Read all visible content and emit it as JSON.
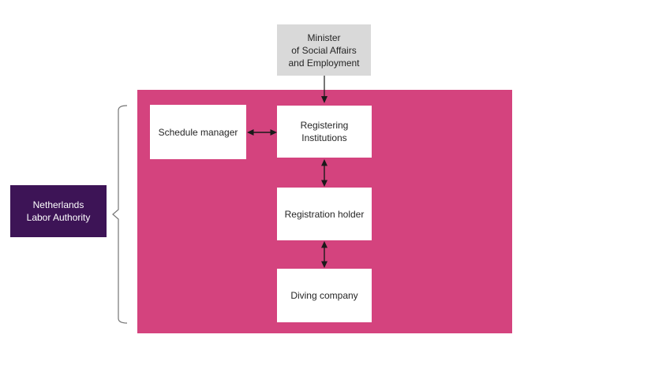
{
  "diagram": {
    "kind": "org-structure-flowchart",
    "nodes": {
      "minister": {
        "label": "Minister of Social Affairs and Employment",
        "lines": [
          "Minister",
          "of Social Affairs",
          "and Employment"
        ],
        "fill": "#d9d9d9",
        "text_color": "#262626"
      },
      "schedule_manager": {
        "label": "Schedule manager",
        "fill": "#ffffff",
        "text_color": "#262626"
      },
      "registering_institutions": {
        "label": "Registering Institutions",
        "lines": [
          "Registering",
          "Institutions"
        ],
        "fill": "#ffffff",
        "text_color": "#262626"
      },
      "registration_holder": {
        "label": "Registration holder",
        "fill": "#ffffff",
        "text_color": "#262626"
      },
      "diving_company": {
        "label": "Diving company",
        "fill": "#ffffff",
        "text_color": "#262626"
      },
      "netherlands_labor_authority": {
        "label": "Netherlands Labor Authority",
        "lines": [
          "Netherlands",
          "Labor Authority"
        ],
        "fill": "#3d1456",
        "text_color": "#ffffff"
      }
    },
    "groups": {
      "pink_panel": {
        "fill": "#d4437e",
        "contains": [
          "schedule_manager",
          "registering_institutions",
          "registration_holder",
          "diving_company"
        ],
        "bracketed_by": "netherlands_labor_authority"
      }
    },
    "edges": [
      {
        "from": "minister",
        "to": "registering_institutions",
        "style": "arrow",
        "direction": "down"
      },
      {
        "from": "schedule_manager",
        "to": "registering_institutions",
        "style": "double-arrow",
        "direction": "horizontal"
      },
      {
        "from": "registering_institutions",
        "to": "registration_holder",
        "style": "double-arrow",
        "direction": "vertical"
      },
      {
        "from": "registration_holder",
        "to": "diving_company",
        "style": "double-arrow",
        "direction": "vertical"
      }
    ],
    "colors": {
      "panel_pink": "#d4437e",
      "authority_purple": "#3d1456",
      "minister_gray": "#d9d9d9",
      "arrow_black": "#1a1a1a",
      "brace_gray": "#757575",
      "background": "#ffffff"
    }
  }
}
